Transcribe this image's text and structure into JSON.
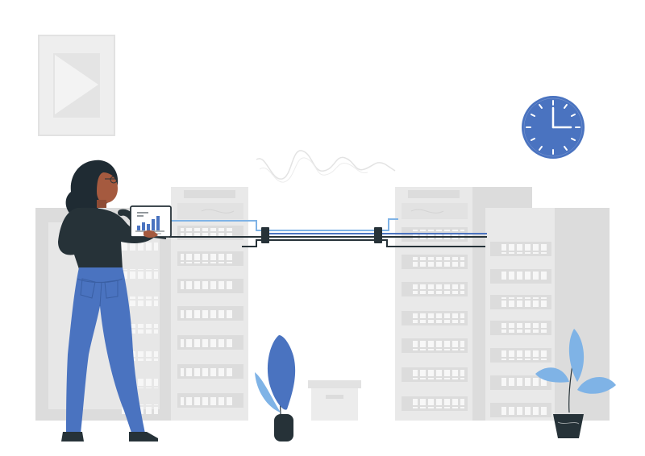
{
  "colors": {
    "background": "#ffffff",
    "rack_dark": "#dcdcdc",
    "rack_light": "#e9e9e9",
    "rack_slot": "#f7f7f7",
    "rack_line": "#cfcfcf",
    "accent_blue": "#4a73c0",
    "light_blue": "#7fb3e6",
    "cable_dark": "#263238",
    "skin": "#a55a3f",
    "hair": "#1f2b33",
    "shirt": "#263238",
    "jeans": "#4a73c0",
    "frame": "#eeeeee"
  },
  "icons": [
    "picture-frame",
    "wall-clock",
    "signal-wave",
    "server-rack",
    "laptop-chart",
    "potted-plant",
    "storage-box"
  ]
}
